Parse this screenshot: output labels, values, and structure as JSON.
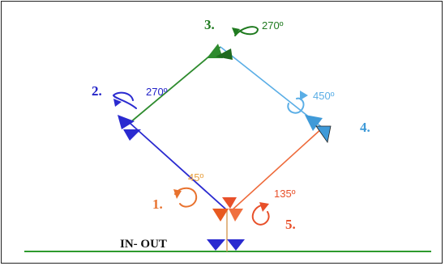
{
  "steps": [
    {
      "number": "1.",
      "angle": "45º",
      "color": "#e8722e",
      "angle_color": "#e8a040"
    },
    {
      "number": "2.",
      "angle": "270º",
      "color": "#2222c8",
      "angle_color": "#2222c8"
    },
    {
      "number": "3.",
      "angle": "270º",
      "color": "#1f7a1f",
      "angle_color": "#1f7a1f"
    },
    {
      "number": "4.",
      "angle": "450º",
      "color": "#3f9ad8",
      "angle_color": "#5aaee6"
    },
    {
      "number": "5.",
      "angle": "135º",
      "color": "#e8502a",
      "angle_color": "#e8502a"
    }
  ],
  "in_out_label": "IN- OUT",
  "colors": {
    "blue_line": "#2a2ad0",
    "green_line": "#2e8b2e",
    "lightblue_line": "#5aaee6",
    "orange_line": "#ee6a3a",
    "ground": "#2e9a2e",
    "vertical": "#d8a060"
  },
  "icons": [
    "rotation-arrow-icon",
    "triangle-marker-icon"
  ]
}
